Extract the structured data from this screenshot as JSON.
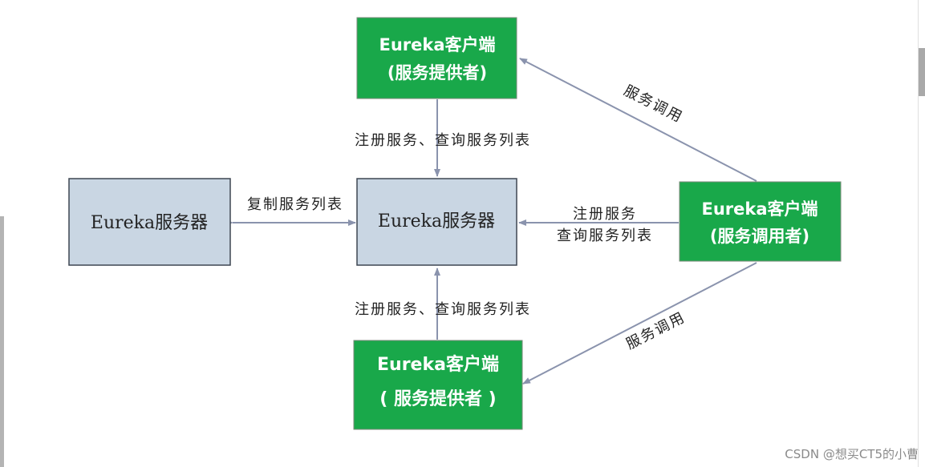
{
  "colors": {
    "green": "#19a84a",
    "grey_box": "#c9d6e3",
    "arrow": "#8a93ad"
  },
  "nodes": {
    "top_provider": {
      "line1": "Eureka客户端",
      "line2": "(服务提供者)"
    },
    "left_server": {
      "label": "Eureka服务器"
    },
    "center_server": {
      "label": "Eureka服务器"
    },
    "right_consumer": {
      "line1": "Eureka客户端",
      "line2": "(服务调用者)"
    },
    "bottom_provider": {
      "line1": "Eureka客户端",
      "line2": "( 服务提供者 )"
    }
  },
  "edges": {
    "top_to_center": "注册服务、查询服务列表",
    "bottom_to_center": "注册服务、查询服务列表",
    "left_center": "复制服务列表",
    "right_to_center_line1": "注册服务",
    "right_to_center_line2": "查询服务列表",
    "right_to_top": "服务调用",
    "right_to_bottom": "服务调用"
  },
  "watermark": "CSDN @想买CT5的小曹"
}
